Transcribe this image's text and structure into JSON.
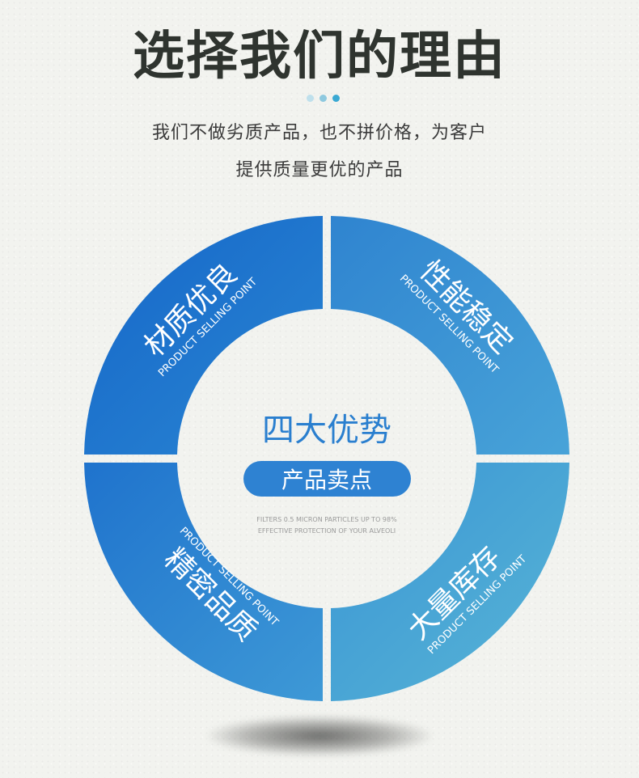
{
  "header": {
    "title": "选择我们的理由",
    "subtitle_line1": "我们不做劣质产品，也不拼价格，为客户",
    "subtitle_line2": "提供质量更优的产品"
  },
  "dots_colors": [
    "#bfe0ec",
    "#8ec9df",
    "#3aa9d3"
  ],
  "center": {
    "title": "四大优势",
    "badge": "产品卖点",
    "small_line1": "FILTERS 0.5 MICRON PARTICLES UP TO 98%",
    "small_line2": "EFFECTIVE PROTECTION OF YOUR ALVEOLI"
  },
  "segments": [
    {
      "title": "材质优良",
      "subtitle": "PRODUCT SELLING POINT"
    },
    {
      "title": "性能稳定",
      "subtitle": "PRODUCT SELLING POINT"
    },
    {
      "title": "精密品质",
      "subtitle": "PRODUCT SELLING POINT"
    },
    {
      "title": "大量库存",
      "subtitle": "PRODUCT SELLING POINT"
    }
  ],
  "colors": {
    "segment_top_left": "#1a6fcc",
    "segment_top_right": "#3f9ad6",
    "segment_bottom_left": "#2b82d2",
    "segment_bottom_right": "#49a9d5",
    "center_text": "#2a7fcf",
    "badge_bg": "#2e82d2"
  }
}
